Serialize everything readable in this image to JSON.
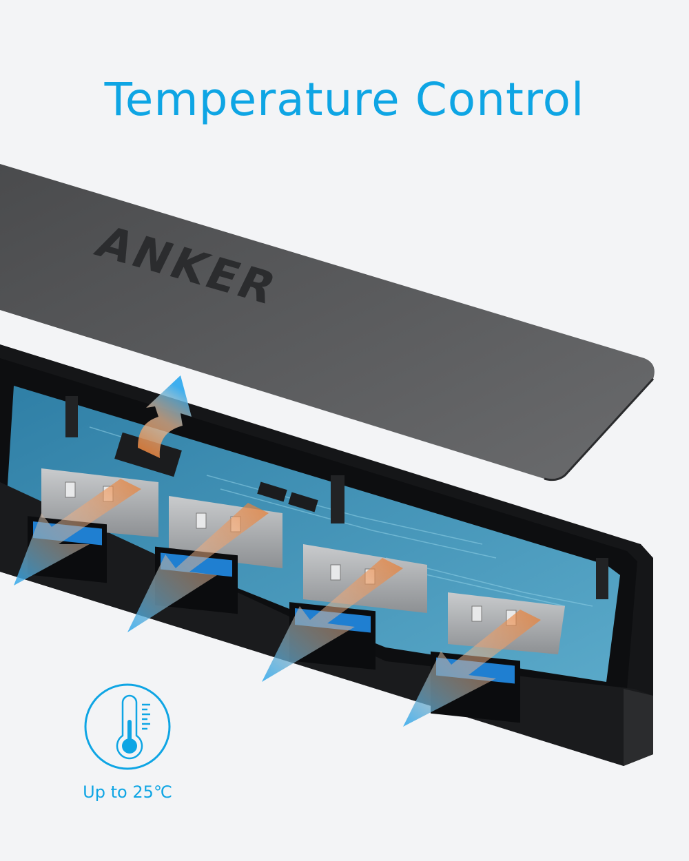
{
  "header": {
    "title": "Temperature Control"
  },
  "product": {
    "brand_logo": "ANKER",
    "description": "USB hub with top cover lifted, exposing circuit board and four USB ports with heat-dissipation arrows",
    "port_count": 4
  },
  "feature_badge": {
    "icon": "thermometer-icon",
    "label": "Up to 25℃"
  },
  "colors": {
    "accent_blue": "#0ea5e4",
    "background": "#f3f4f6",
    "cover_gray": "#5f6062",
    "hub_black": "#1a1b1d",
    "pcb_blue": "#3f8fb3",
    "heat_orange": "#e87a2c"
  }
}
